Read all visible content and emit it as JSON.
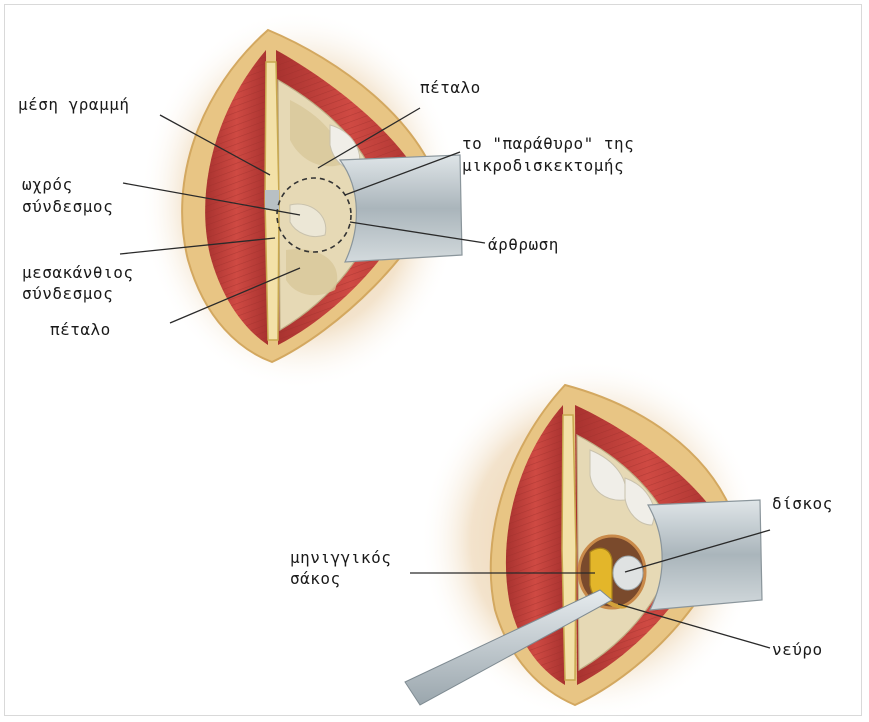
{
  "labels": {
    "mesi_grammi": "μέση γραμμή",
    "petalo_top": "πέταλο",
    "parathyro_line1": "το \"παράθυρο\" της",
    "parathyro_line2": "μικροδισκεκτομής",
    "ochros_line1": "ωχρός",
    "ochros_line2": "σύνδεσμος",
    "arthrosi": "άρθρωση",
    "mesakanthios_line1": "μεσακάνθιος",
    "mesakanthios_line2": "σύνδεσμος",
    "petalo_bottom": "πέταλο",
    "diskos": "δίσκος",
    "minigikos_line1": "μηνιγγικός",
    "minigikos_line2": "σάκος",
    "neyro": "νεύρο"
  },
  "colors": {
    "muscle": "#c2413c",
    "muscle_dark": "#8f2a27",
    "skin": "#f1dfc4",
    "fat": "#e6c77b",
    "bone": "#e3d6b2",
    "retractor": "#b9c3c9",
    "nerve": "#e3b62a"
  }
}
